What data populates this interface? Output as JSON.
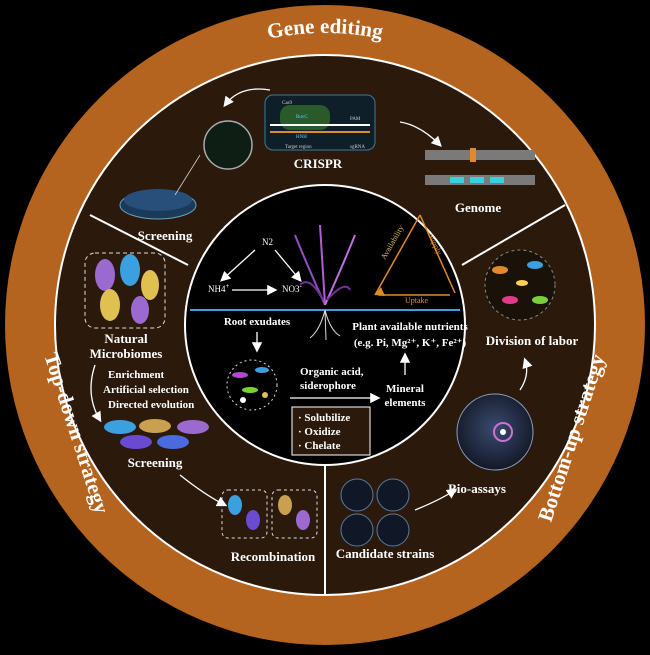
{
  "ring_titles": {
    "top": "Gene editing",
    "left": "Top-down strategy",
    "right": "Bottom-up strategy"
  },
  "gene_editing": {
    "crispr": "CRISPR",
    "genome": "Genome",
    "screening": "Screening",
    "crispr_detail": {
      "cas9": "Cas9",
      "ruvc": "RuvC",
      "hnh": "HNH",
      "pam": "PAM",
      "sgrna": "sgRNA",
      "target": "Target region"
    }
  },
  "top_down": {
    "natural_microbiomes": [
      "Natural",
      "Microbiomes"
    ],
    "steps": [
      "Enrichment",
      "Artificial selection",
      "Directed evolution"
    ],
    "screening": "Screening",
    "recombination": "Recombination"
  },
  "bottom_up": {
    "division_of_labor": "Division of labor",
    "bio_assays": "Bio-assays",
    "candidate_strains": "Candidate strains"
  },
  "center": {
    "n2": "N2",
    "nh4": "NH4",
    "nh4_sup": "+",
    "no3": "NO3",
    "no3_sup": "-",
    "availability": "Availability",
    "supply": "Supply",
    "uptake": "Uptake",
    "root_exudates": "Root exudates",
    "plant_available_nutrients": "Plant available nutrients",
    "nutrient_examples": "(e.g. Pi, Mg²⁺, K⁺, Fe²⁺)",
    "organic_acid": "Organic acid,",
    "siderophore": "siderophore",
    "mineral": "Mineral",
    "elements": "elements",
    "actions": [
      "· Solubilize",
      "· Oxidize",
      "· Chelate"
    ]
  },
  "colors": {
    "ring": "#b5641f",
    "background": "#2b1a0c",
    "center": "#000000",
    "accent_blue": "#3aa0e0",
    "accent_orange": "#e08a2a"
  }
}
